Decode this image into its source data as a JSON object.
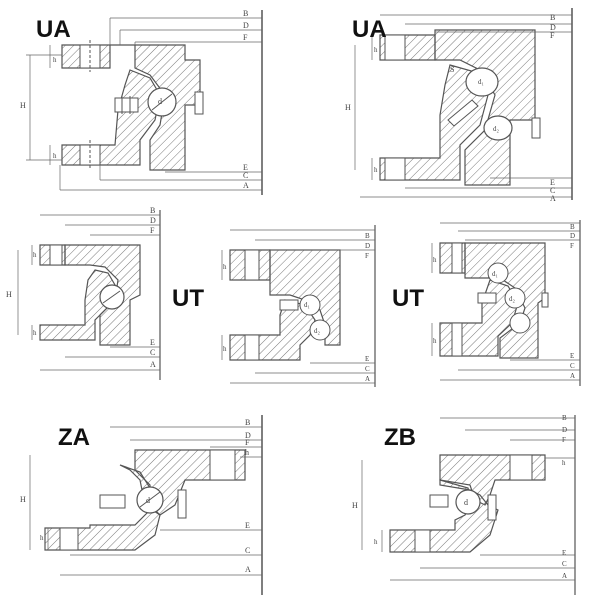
{
  "labels": {
    "ua1": "UA",
    "ua2": "UA",
    "ut1": "UT",
    "ut2": "UT",
    "za": "ZA",
    "zb": "ZB"
  },
  "dims": {
    "A": "A",
    "B": "B",
    "C": "C",
    "D": "D",
    "E": "E",
    "F": "F",
    "H": "H",
    "h": "h",
    "d": "d",
    "d1": "d₁",
    "d2": "d₂",
    "S": "S"
  },
  "colors": {
    "line": "#555555",
    "hatch": "#7a7a7a",
    "background": "#ffffff"
  }
}
